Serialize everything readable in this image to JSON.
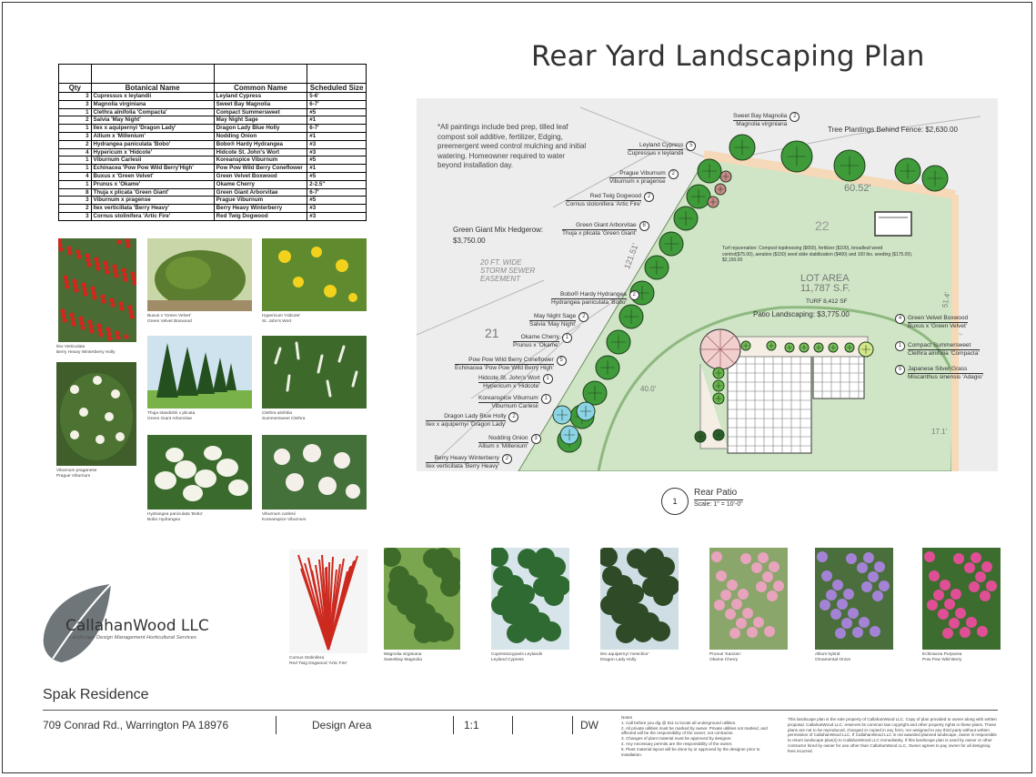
{
  "title": "Rear Yard Landscaping Plan",
  "table": {
    "headers": [
      "Qty",
      "Botanical Name",
      "Common Name",
      "Scheduled Size"
    ],
    "rows": [
      [
        "3",
        "Cupressus x leylandii",
        "Leyland Cypress",
        "5-6'"
      ],
      [
        "3",
        "Magnolia virginiana",
        "Sweet Bay Magnolia",
        "6-7'"
      ],
      [
        "1",
        "Clethra alnifolia 'Compacta'",
        "Compact Summersweet",
        "#5"
      ],
      [
        "2",
        "Salvia 'May Night'",
        "May Night Sage",
        "#1"
      ],
      [
        "1",
        "Ilex x aquipernyi 'Dragon Lady'",
        "Dragon Lady Blue Holly",
        "6-7'"
      ],
      [
        "3",
        "Allium x 'Millenium'",
        "Nodding Onion",
        "#1"
      ],
      [
        "2",
        "Hydrangea paniculata 'Bobo'",
        "Bobo® Hardy Hydrangea",
        "#3"
      ],
      [
        "4",
        "Hypericum x 'Hidcote'",
        "Hidcote St. John's Wort",
        "#3"
      ],
      [
        "1",
        "Viburnum Carlesii",
        "Koreanspice Viburnum",
        "#5"
      ],
      [
        "1",
        "Echinacea 'Pow Pow Wild Berry'High'",
        "Pow Pow Wild Berry Coneflower",
        "#1"
      ],
      [
        "4",
        "Buxus x 'Green Velvet'",
        "Green Velvet Boxwood",
        "#5"
      ],
      [
        "1",
        "Prunus x 'Okame'",
        "Okame Cherry",
        "2-2.5\""
      ],
      [
        "8",
        "Thuja x plicata 'Green Giant'",
        "Green Giant Arborvitae",
        "6-7'"
      ],
      [
        "3",
        "Viburnum x pragense",
        "Prague Viburnum",
        "#5"
      ],
      [
        "2",
        "Ilex verticillata 'Berry Heavy'",
        "Berry Heavy Winterberry",
        "#3"
      ],
      [
        "3",
        "Cornus stolinifera 'Artic Fire'",
        "Red Twig Dogwood",
        "#3"
      ]
    ]
  },
  "photos_left": [
    {
      "lines": [
        "Ilex Verticulata",
        "Berry Heavy Winterberry Holly"
      ]
    },
    {
      "lines": [
        "Buxus x 'Green Velvet'",
        "Green Velvet Boxwood"
      ]
    },
    {
      "lines": [
        "Hypericum 'Hidcote'",
        "St. John's Wort"
      ]
    },
    {
      "lines": [
        "Viburnum praganese",
        "Prague Viburnum"
      ]
    },
    {
      "lines": [
        "Thuja standishii x plicata",
        "Green Giant Arborvitae"
      ]
    },
    {
      "lines": [
        "Clethra alnifolia",
        "Summersweet Clethra"
      ]
    },
    {
      "lines": [
        "Hydrangea paniculata 'Bobo'",
        "Bobo Hydrangea"
      ]
    },
    {
      "lines": [
        "Viburnum carlesii",
        "Koreanspice Viburnum"
      ]
    }
  ],
  "photos_bottom": [
    {
      "lines": [
        "Cornus Stolinifera",
        "Red Twig Dogwood 'Artic Fire'"
      ]
    },
    {
      "lines": [
        "Magnolia virginiana",
        "Sweetbay Magnolia"
      ]
    },
    {
      "lines": [
        "Cupressocyparis Leylandii",
        "Leyland Cypress"
      ]
    },
    {
      "lines": [
        "Ilex aquipernyi 'meschior'",
        "Dragon Lady Holly"
      ]
    },
    {
      "lines": [
        "Prunus 'Kanzan'",
        "Okame Cherry"
      ]
    },
    {
      "lines": [
        "Allium hybrid",
        "Ornamental Onion"
      ]
    },
    {
      "lines": [
        "Echinacea Purpurea",
        "Pow Pow Wild Berry"
      ]
    }
  ],
  "plan": {
    "note": "*All paintings include bed prep, tilled leaf compost soil additive, fertilizer, Edging, preemergent weed control mulching and initial watering. Homeowner required to water beyond installation day.",
    "tree_cost": "Tree Plantings Behind Fence:  $2,630.00",
    "hedgerow_label": "Green Giant Mix Hedgerow:",
    "hedgerow_cost": "$3,750.00",
    "patio_landscaping": "Patio Landscaping:  $3,775.00",
    "turf_text": "Turf rejuvenation:  Compost topdressing ($650), fertilizer ($100), broadleaf weed control($75.00), aeration ($150) seed slide stabilization ($400) and 100 lbs. seeding ($175.00).  $2,150.00",
    "lot_area": "LOT AREA",
    "lot_sf": "11,787 S.F.",
    "turf_sf": "TURF 8,412 SF",
    "lot_number": "21",
    "lot_number_2": "22",
    "easement": [
      "20 FT. WIDE",
      "STORM SEWER",
      "EASEMENT"
    ],
    "dim_1": "60.52'",
    "dim_2": "121.51'",
    "dim_3": "51.4'",
    "dim_4": "40.0'",
    "dim_5": "17.1'",
    "callouts_left": [
      {
        "num": "5",
        "lines": [
          "Leyland Cypress",
          "Cupressus x leylandii"
        ]
      },
      {
        "num": "2",
        "lines": [
          "Prague Viburnum",
          "Viburnum x pragense"
        ]
      },
      {
        "num": "2",
        "lines": [
          "Red Twig Dogwood",
          "Cornus stolonifera 'Artic Fire'"
        ]
      },
      {
        "num": "8",
        "lines": [
          "Green Giant Arborvitae",
          "Thuja x plicata 'Green Giant'"
        ]
      },
      {
        "num": "2",
        "lines": [
          "Bobo® Hardy Hydrangea",
          "Hydrangea paniculata 'Bobo'"
        ]
      },
      {
        "num": "2",
        "lines": [
          "May Night Sage",
          "Salvia 'May Night'"
        ]
      },
      {
        "num": "1",
        "lines": [
          "Okame Cherry",
          "Prunus x 'Okame'"
        ]
      },
      {
        "num": "5",
        "lines": [
          "Pow Pow Wild Berry Coneflower",
          "Echinacea 'Pow Pow Wild Berry High'"
        ]
      },
      {
        "num": "1",
        "lines": [
          "Hidcote St. John's Wort",
          "Hypericum x 'Hidcote'"
        ]
      },
      {
        "num": "1",
        "lines": [
          "Koreanspice Viburnum",
          "Viburnum Carlesii"
        ]
      },
      {
        "num": "2",
        "lines": [
          "Dragon Lady Blue Holly",
          "Ilex x aquipernyi 'Dragon Lady'"
        ]
      },
      {
        "num": "3",
        "lines": [
          "Nodding Onion",
          "Allium x 'Millenium'"
        ]
      },
      {
        "num": "2",
        "lines": [
          "Berry Heavy Winterberry",
          "Ilex verticillata 'Berry Heavy'"
        ]
      }
    ],
    "callout_magnolia": {
      "num": "2",
      "lines": [
        "Sweet Bay Magnolia",
        "Magnolia virginiana"
      ]
    },
    "callouts_right": [
      {
        "num": "4",
        "lines": [
          "Green Velvet Boxwood",
          "Buxus x 'Green Velvet'"
        ]
      },
      {
        "num": "1",
        "lines": [
          "Compact Summersweet",
          "Clethra alnifolia 'Compacta'"
        ]
      },
      {
        "num": "5",
        "lines": [
          "Japanese Silver Grass",
          "Miscanthus sinensis 'Adagio'"
        ]
      }
    ]
  },
  "detail": {
    "number": "1",
    "name": "Rear Patio",
    "scale": "Scale: 1\" = 10'-0\""
  },
  "company": {
    "name": "CallahanWood LLC",
    "tagline": "Landscape Design  Management  Horticultural Services"
  },
  "residence": "Spak Residence",
  "footer": {
    "address": "709 Conrad Rd., Warrington PA 18976",
    "sheet_name": "Design Area",
    "scale": "1:1",
    "initials": "DW",
    "notes": "Notes\n1. Call before you dig @ 811 to locate all underground utilities.\n2. All private utilities must be marked by owner. Private utilities not marked, and affected will be the responsibility of the owner, not contractor.\n3. Changes of plant material must be approved by designer.\n4. Any necessary permits are the responsibility of the owner.\n5. Plant material layout will be done by or approved by the designer prior to installation.",
    "legal": "This landscape plan is the sole property of  CallahanWood LLC. Copy of plan provided to owner along with written proposal.  CallahanWood LLC. reserves its common law copyright and other property rights in these plans.  These plans are not to be reproduced, changed or copied in any form, nor assigned to any third party without written permission of CallahanWood LLC.   If CallahanWood LLC is not awarded planned landscape, owner is responsible to return landscape plan(s) to CallahanWood LLC immediately.  If this landscape plan is used by owner or other contractor hired by owner for use other than CallahanWood LLC, Owner agrees to pay owner for all designing fees incurred."
  },
  "colors": {
    "lawn": "#c9e3c2",
    "tree": "#3f9a3a",
    "holly": "#8cd3e6",
    "cherry": "#f0c8c8"
  }
}
